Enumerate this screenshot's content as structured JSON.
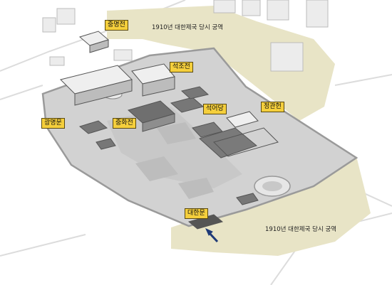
{
  "labels": {
    "jungmyeongjeon": "중명전",
    "seokjojeon": "석조전",
    "seogeodang": "석어당",
    "jeonggwanheon": "정관헌",
    "gwangmyeongmun": "광명문",
    "junghwajeon": "중화전",
    "daehanmun": "대한문"
  },
  "captions": {
    "top": "1910년 대한제국 당시 궁역",
    "bottom": "1910년 대한제국 당시 궁역"
  },
  "colors": {
    "palace_area": "#e8e4c6",
    "ground": "#d2d2d2",
    "label_bg": "#f5cf3c",
    "arrow": "#1e3a78"
  }
}
